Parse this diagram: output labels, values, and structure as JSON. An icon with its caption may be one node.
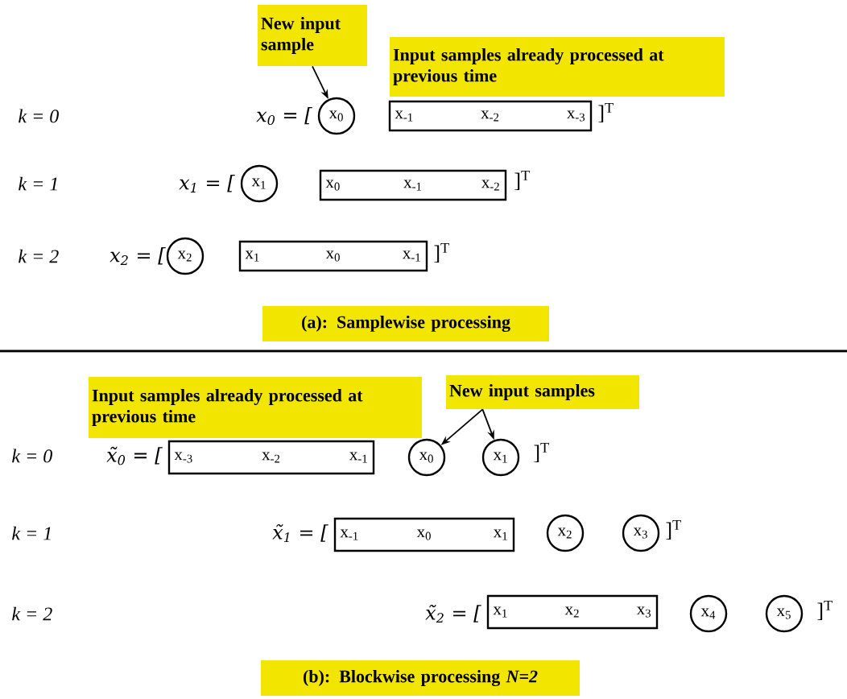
{
  "diagram": {
    "nodes": [
      {
        "text": [
          "New input sample"
        ]
      },
      {
        "text": [
          "Input samples already processed at previous time"
        ]
      },
      {
        "text": [
          "x$_{0}$"
        ]
      },
      {
        "text": [
          "x$_{-1}$",
          "x$_{-2}$",
          "x$_{-3}$"
        ]
      },
      {
        "text": [
          "x$_{1}$"
        ]
      },
      {
        "text": [
          "x$_{0}$",
          "x$_{-1}$",
          "x$_{-2}$"
        ]
      },
      {
        "text": [
          "x$_{2}$"
        ]
      },
      {
        "text": [
          "x$_{1}$",
          "x$_{0}$",
          "x$_{-1}$"
        ]
      },
      {
        "text": [
          "(a): Samplewise processing"
        ]
      },
      {
        "text": [
          "Input samples already processed at previous time"
        ]
      },
      {
        "text": [
          "New input samples"
        ]
      },
      {
        "text": [
          "x$_{-3}$",
          "x$_{-2}$",
          "x$_{-1}$"
        ]
      },
      {
        "text": [
          "x$_{0}$"
        ]
      },
      {
        "text": [
          "x$_{1}$"
        ]
      },
      {
        "text": [
          "x$_{-1}$",
          "x$_{0}$",
          "x$_{1}$"
        ]
      },
      {
        "text": [
          "x$_{2}$"
        ]
      },
      {
        "text": [
          "x$_{3}$"
        ]
      },
      {
        "text": [
          "x$_{1}$",
          "x$_{2}$",
          "x$_{3}$"
        ]
      },
      {
        "text": [
          "x$_{4}$"
        ]
      },
      {
        "text": [
          "x$_{5}$"
        ]
      },
      {
        "text": [
          "(b): Blockwise processing *N=2*"
        ]
      }
    ],
    "edges": [
      {
        "from": 0,
        "to": 2,
        "arrow": "to"
      },
      {
        "from": 10,
        "to": 12,
        "arrow": "to"
      },
      {
        "from": 10,
        "to": 13,
        "arrow": "to"
      }
    ],
    "labels": [
      "k = 0",
      "x$_{0}$ = [",
      "]$^{T}$",
      "k = 1",
      "x$_{1}$ = [",
      "]$^{T}$",
      "k = 2",
      "x$_{2}$ = [",
      "]$^{T}$",
      "k = 0",
      "x̃$_{0}$ = [",
      "]$^{T}$",
      "k = 1",
      "x̃$_{1}$ = [",
      "]$^{T}$",
      "k = 2",
      "x̃$_{2}$ = [",
      "]$^{T}$"
    ]
  }
}
